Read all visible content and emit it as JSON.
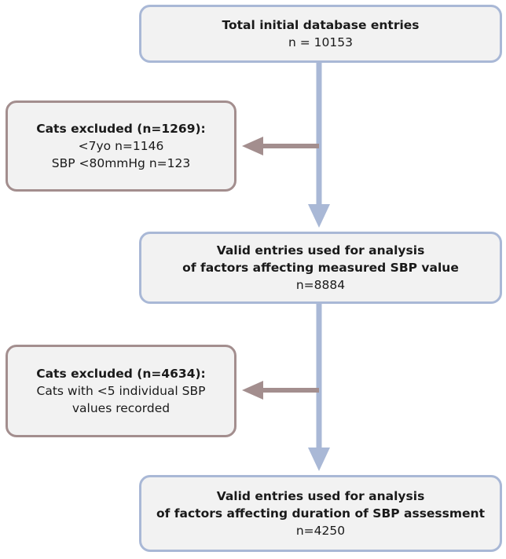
{
  "nodes": {
    "total": {
      "title": "Total initial database entries",
      "count": "n = 10153"
    },
    "excluded_first": {
      "title": "Cats excluded (n=1269):",
      "reason_1": "<7yo n=1146",
      "reason_2": "SBP <80mmHg n=123"
    },
    "valid_measured": {
      "title_line_1": "Valid entries used for analysis",
      "title_line_2": "of factors affecting measured SBP value",
      "count": "n=8884"
    },
    "excluded_second": {
      "title": "Cats excluded (n=4634):",
      "reason_line_1": "Cats with <5 individual SBP",
      "reason_line_2": "values recorded"
    },
    "valid_duration": {
      "title_line_1": "Valid entries used for analysis",
      "title_line_2": "of factors affecting duration of SBP assessment",
      "count": "n=4250"
    }
  },
  "colors": {
    "main_border": "#a9b8d6",
    "excluded_border": "#a38e8e",
    "box_fill": "#f2f2f2",
    "main_arrow": "#a9b8d6",
    "side_arrow": "#a38e8e"
  }
}
